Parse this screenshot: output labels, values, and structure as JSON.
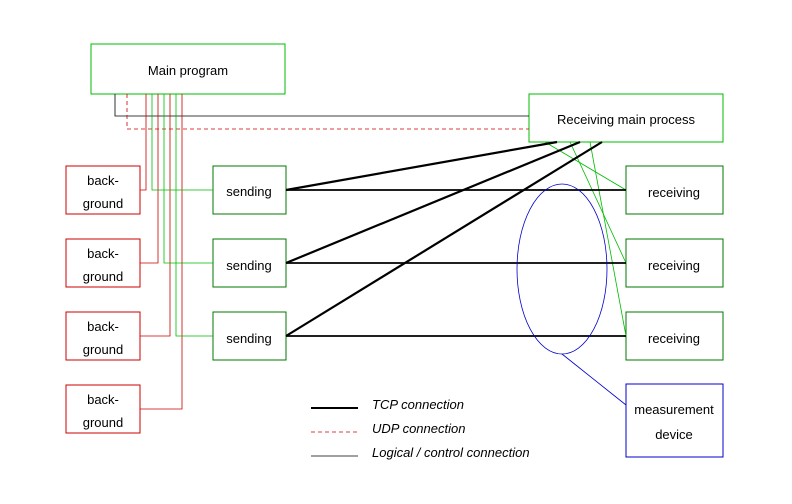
{
  "diagram": {
    "main_program": "Main program",
    "receiving_main_process": "Receiving main process",
    "background_label_line1": "back-",
    "background_label_line2": "ground",
    "sending_label": "sending",
    "receiving_label": "receiving",
    "measurement_line1": "measurement",
    "measurement_line2": "device"
  },
  "legend": {
    "tcp": "TCP connection",
    "udp": "UDP connection",
    "logical": "Logical / control connection"
  },
  "colors": {
    "green": "#00bb00",
    "dark_green": "#007700",
    "red": "#cc0000",
    "blue": "#0000cc",
    "black": "#000000"
  }
}
